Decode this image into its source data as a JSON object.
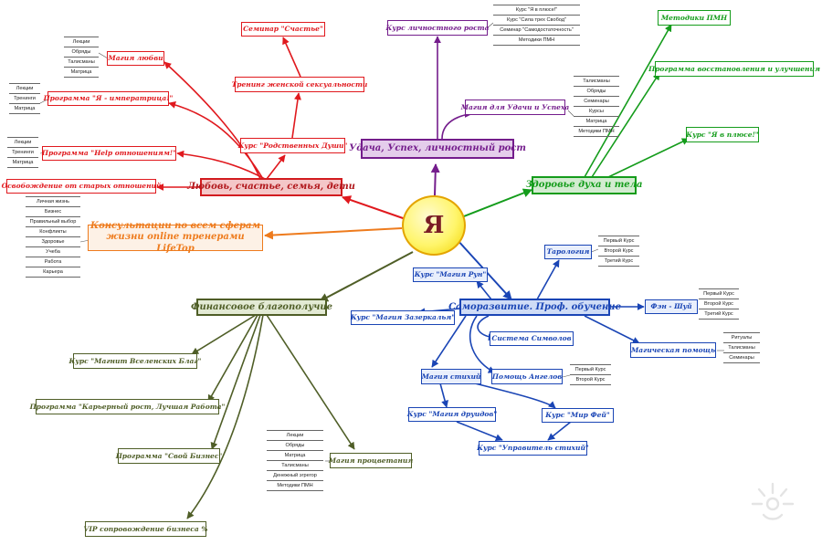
{
  "center": {
    "label": "Я"
  },
  "colors": {
    "red": "#e0191e",
    "purple": "#741d8c",
    "green": "#149c1b",
    "blue": "#1a45b5",
    "olive": "#4f5e27",
    "orange": "#ee7b1d",
    "yellow": "#fff56b"
  },
  "red": {
    "main": "Любовь, счастье, семья, дети",
    "seminar": "Семинар \"Счастье\"",
    "training": "Тренинг женской сексуальности",
    "course_souls": "Курс \"Родственных Души\"",
    "magic_love": "Магия любви",
    "magic_love_list": [
      "Лекции",
      "Обряды",
      "Талисманы",
      "Матрица"
    ],
    "program_empress": "Программа \"Я - императрица!\"",
    "program_empress_list": [
      "Лекции",
      "Тренинги",
      "Матрица"
    ],
    "program_help": "Программа \"Help отношениям!\"",
    "program_help_list": [
      "Лекции",
      "Тренинги",
      "Матрица"
    ],
    "release": "Освобождение от старых отношений"
  },
  "purple": {
    "main": "Удача, Успех, личностный рост",
    "course_growth": "Курс личностного роста",
    "course_growth_list": [
      "Курс \"Я в плюсе!\"",
      "Курс \"Сила трех Свобод\"",
      "Семинар \"Самодостаточность\"",
      "Методики ПМН"
    ],
    "magic_luck": "Магия для Удачи и Успеха",
    "magic_luck_list": [
      "Талисманы",
      "Обряды",
      "Семинары",
      "Курсы",
      "Матрица",
      "Методики ПМН"
    ]
  },
  "green": {
    "main": "Здоровье духа и тела",
    "methods": "Методики ПМН",
    "program_recovery": "Программа восстановления и улучшения",
    "course_plus": "Курс \"Я в плюсе!\""
  },
  "orange": {
    "main": "Консультации по всем сферам жизни online тренерами LifeTop",
    "list": [
      "Личная жизнь",
      "Бизнес",
      "Правильный выбор",
      "Конфликты",
      "Здоровье",
      "Учеба",
      "Работа",
      "Карьера"
    ]
  },
  "blue": {
    "main": "Саморазвитие. Проф. обучение",
    "tarology": "Тарология",
    "tarology_list": [
      "Первый Курс",
      "Второй Курс",
      "Третий Курс"
    ],
    "runes": "Курс \"Магия Рун\"",
    "mirror": "Курс \"Магия Зазеркалья\"",
    "fengshui": "Фэн - Шуй",
    "fengshui_list": [
      "Первый Курс",
      "Второй Курс",
      "Третий Курс"
    ],
    "symbols": "Система Символов",
    "magic_help": "Магическая помощь",
    "magic_help_list": [
      "Ритуалы",
      "Талисманы",
      "Семинары"
    ],
    "elements": "Магия стихий",
    "angels": "Помощь Ангелов",
    "angels_list": [
      "Первый Курс",
      "Второй Курс"
    ],
    "druids": "Курс \"Магия друидов\"",
    "fairies": "Курс \"Мир Фей\"",
    "elements_master": "Курс \"Управитель стихий\""
  },
  "olive": {
    "main": "Финансовое благополучие",
    "magnet": "Курс \"Магнит Вселенских Благ\"",
    "career": "Программа \"Карьерный рост, Лучшая Работа\"",
    "own_business": "Программа \"Свой Бизнес\"",
    "vip": "VIP сопровождение бизнеса %",
    "prosperity": "Магия процветания",
    "prosperity_list": [
      "Лекции",
      "Обряды",
      "Матрица",
      "Талисманы",
      "Денежный эгрегор",
      "Методики ПМН"
    ]
  }
}
